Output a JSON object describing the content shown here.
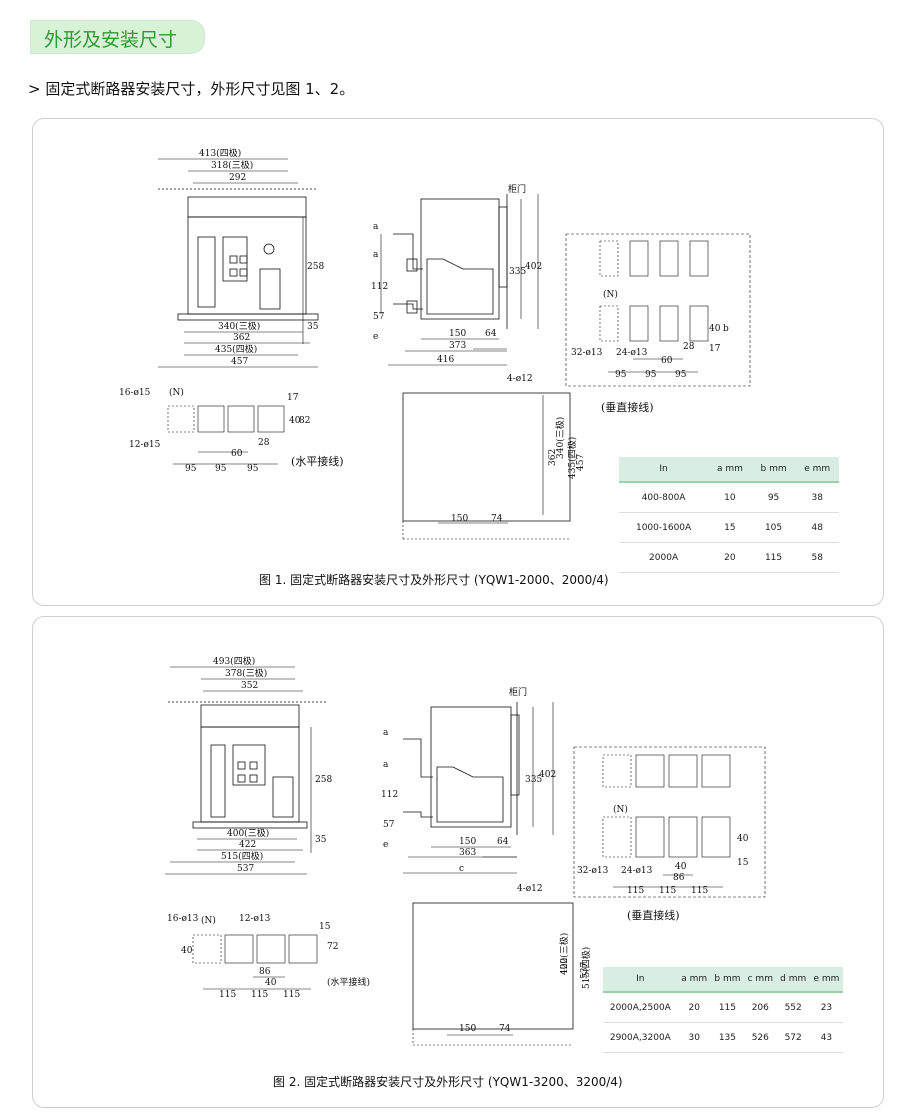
{
  "section_tab": "外形及安装尺寸",
  "intro": "> 固定式断路器安装尺寸，外形尺寸见图 1、2。",
  "fig1": {
    "caption": "图 1. 固定式断路器安装尺寸及外形尺寸 (YQW1-2000、2000/4)",
    "front_labels": [
      "413(四极)",
      "318(三极)",
      "292",
      "258",
      "35",
      "340(三极)",
      "362",
      "435(四极)",
      "457"
    ],
    "side_labels": [
      "柜门",
      "a",
      "a",
      "112",
      "57",
      "e",
      "335",
      "402",
      "150",
      "64",
      "373",
      "416"
    ],
    "horiz_labels": [
      "16-ø15",
      "(N)",
      "12-ø15",
      "17",
      "40",
      "82",
      "28",
      "60",
      "95",
      "95",
      "95",
      "(水平接线)"
    ],
    "vert_labels": [
      "(N)",
      "40",
      "b",
      "17",
      "28",
      "32-ø13",
      "24-ø13",
      "60",
      "95",
      "95",
      "95",
      "(垂直接线)"
    ],
    "base_labels": [
      "4-ø12",
      "340(三极)",
      "362",
      "435(四极)",
      "457",
      "150",
      "74"
    ],
    "table": {
      "headers": [
        "In",
        "a mm",
        "b mm",
        "e mm"
      ],
      "rows": [
        [
          "400-800A",
          "10",
          "95",
          "38"
        ],
        [
          "1000-1600A",
          "15",
          "105",
          "48"
        ],
        [
          "2000A",
          "20",
          "115",
          "58"
        ]
      ]
    }
  },
  "fig2": {
    "caption": "图 2. 固定式断路器安装尺寸及外形尺寸 (YQW1-3200、3200/4)",
    "front_labels": [
      "493(四极)",
      "378(三极)",
      "352",
      "258",
      "35",
      "400(三极)",
      "422",
      "515(四极)",
      "537"
    ],
    "side_labels": [
      "柜门",
      "a",
      "a",
      "112",
      "57",
      "e",
      "335",
      "402",
      "150",
      "64",
      "363",
      "c"
    ],
    "horiz_labels": [
      "16-ø13",
      "(N)",
      "12-ø13",
      "40",
      "15",
      "72",
      "86",
      "40",
      "115",
      "115",
      "115",
      "(水平接线)"
    ],
    "vert_labels": [
      "(N)",
      "40",
      "15",
      "32-ø13",
      "24-ø13",
      "40",
      "86",
      "115",
      "115",
      "115",
      "(垂直接线)"
    ],
    "base_labels": [
      "4-ø12",
      "400(三极)",
      "422",
      "515(四极)",
      "537",
      "150",
      "74"
    ],
    "table": {
      "headers": [
        "In",
        "a mm",
        "b mm",
        "c mm",
        "d mm",
        "e mm"
      ],
      "rows": [
        [
          "2000A,2500A",
          "20",
          "115",
          "206",
          "552",
          "23"
        ],
        [
          "2900A,3200A",
          "30",
          "135",
          "526",
          "572",
          "43"
        ]
      ]
    }
  }
}
